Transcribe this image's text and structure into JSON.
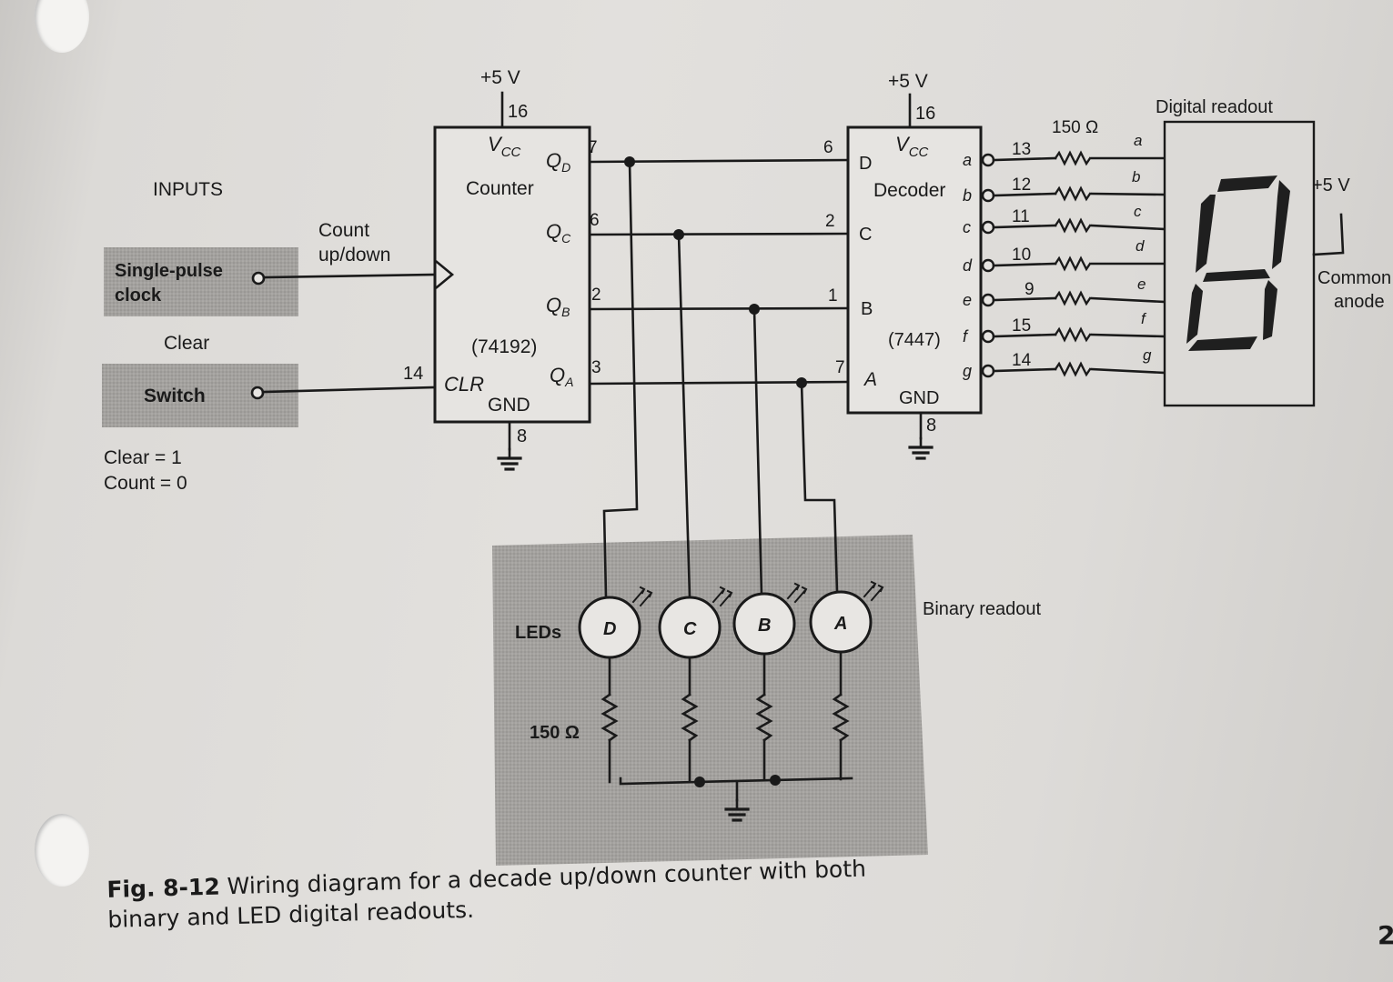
{
  "inputs": {
    "heading": "INPUTS",
    "clock_line1": "Single-pulse",
    "clock_line2": "clock",
    "count_line1": "Count",
    "count_line2": "up/down",
    "clear_label": "Clear",
    "switch_label": "Switch",
    "legend_clear": "Clear = 1",
    "legend_count": "Count = 0"
  },
  "counter": {
    "supply": "+5 V",
    "vcc_pin": "16",
    "vcc": "V",
    "vcc_sub": "CC",
    "title": "Counter",
    "part": "(74192)",
    "clr": "CLR",
    "clr_pin": "14",
    "gnd": "GND",
    "gnd_pin": "8",
    "outputs": [
      {
        "name": "Q",
        "sub": "D",
        "pin": "7"
      },
      {
        "name": "Q",
        "sub": "C",
        "pin": "6"
      },
      {
        "name": "Q",
        "sub": "B",
        "pin": "2"
      },
      {
        "name": "Q",
        "sub": "A",
        "pin": "3"
      }
    ]
  },
  "decoder": {
    "supply": "+5 V",
    "vcc_pin": "16",
    "vcc": "V",
    "vcc_sub": "CC",
    "title": "Decoder",
    "part": "(7447)",
    "gnd": "GND",
    "gnd_pin": "8",
    "inputs": [
      {
        "name": "D",
        "pin": "6"
      },
      {
        "name": "C",
        "pin": "2"
      },
      {
        "name": "B",
        "pin": "1"
      },
      {
        "name": "A",
        "pin": "7"
      }
    ],
    "outputs": [
      {
        "name": "a",
        "pin": "13"
      },
      {
        "name": "b",
        "pin": "12"
      },
      {
        "name": "c",
        "pin": "11"
      },
      {
        "name": "d",
        "pin": "10"
      },
      {
        "name": "e",
        "pin": "9"
      },
      {
        "name": "f",
        "pin": "15"
      },
      {
        "name": "g",
        "pin": "14"
      }
    ]
  },
  "resistors": {
    "label": "150 Ω"
  },
  "readout": {
    "title": "Digital readout",
    "segments": [
      "a",
      "b",
      "c",
      "d",
      "e",
      "f",
      "g"
    ],
    "supply": "+5 V",
    "common_line1": "Common",
    "common_line2": "anode"
  },
  "leds": {
    "label": "LEDs",
    "names": [
      "D",
      "C",
      "B",
      "A"
    ],
    "resistor": "150 Ω",
    "binary": "Binary readout"
  },
  "caption": {
    "fig": "Fig. 8-12",
    "text": " Wiring diagram for a decade up/down counter with both binary and LED digital readouts."
  },
  "page_number": "2"
}
